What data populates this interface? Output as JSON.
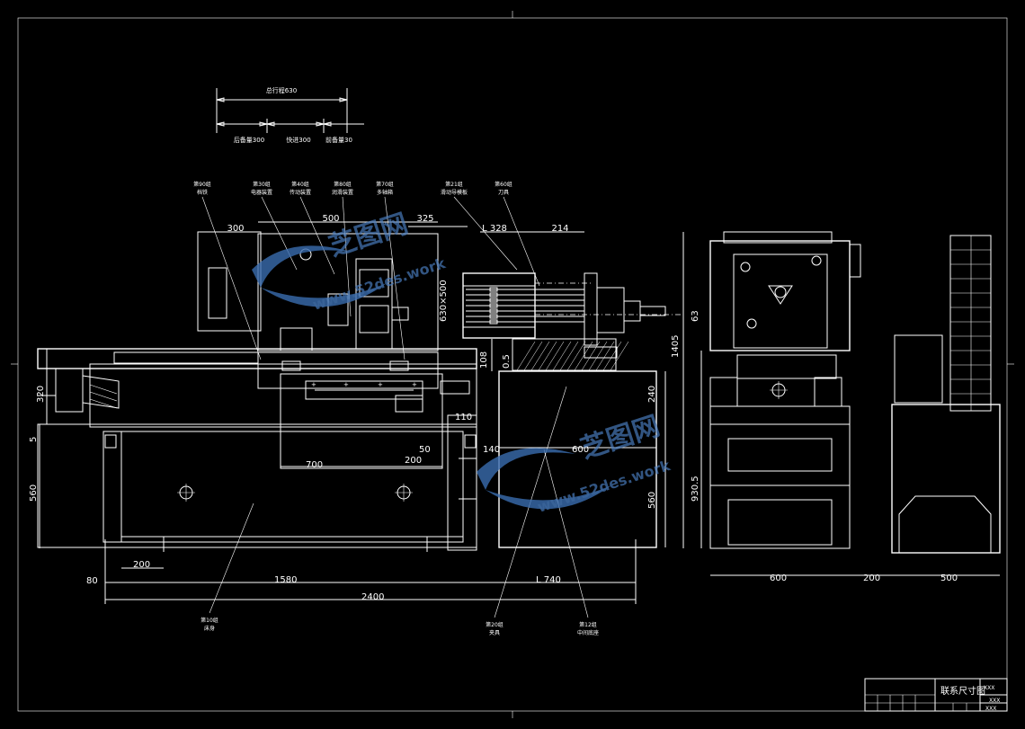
{
  "stroke_labels": {
    "total": "总行程630",
    "rear": "后备量300",
    "fast": "快进300",
    "front": "前备量30"
  },
  "parts": [
    {
      "no": "第90组",
      "name": "档铁"
    },
    {
      "no": "第30组",
      "name": "电器装置"
    },
    {
      "no": "第40组",
      "name": "传动装置"
    },
    {
      "no": "第80组",
      "name": "润滑装置"
    },
    {
      "no": "第70组",
      "name": "多轴箱"
    },
    {
      "no": "第21组",
      "name": "滑动导模板"
    },
    {
      "no": "第60组",
      "name": "刀具"
    },
    {
      "no": "第10组",
      "name": "床身"
    },
    {
      "no": "第20组",
      "name": "夹具"
    },
    {
      "no": "第12组",
      "name": "中间底座"
    }
  ],
  "dims": {
    "d300": "300",
    "d500": "500",
    "d325": "325",
    "d328": "L 328",
    "d214": "214",
    "d630x500": "630×500",
    "d320": "320",
    "d5": "5",
    "d560": "560",
    "d108": "108",
    "d05": "0.5",
    "d240": "240",
    "d110": "110",
    "d50": "50",
    "d140": "140",
    "d600m": "600",
    "d200a": "200",
    "d700": "700",
    "d560b": "560",
    "d200": "200",
    "d80": "80",
    "d1580": "1580",
    "d740": "L 740",
    "d2400": "2400",
    "d63": "63",
    "d1405": "1405",
    "d9305": "930.5",
    "s600": "600",
    "s200": "200",
    "s500": "500"
  },
  "title_block": {
    "title": "联系尺寸图",
    "code1": "XXX",
    "code2": "XXX",
    "code3": "XXX"
  },
  "watermark": {
    "text": "芝图网",
    "url": "www.52des.work"
  },
  "colors": {
    "background": "#000000",
    "lines": "#ffffff",
    "watermark": "#4a7ec0"
  }
}
